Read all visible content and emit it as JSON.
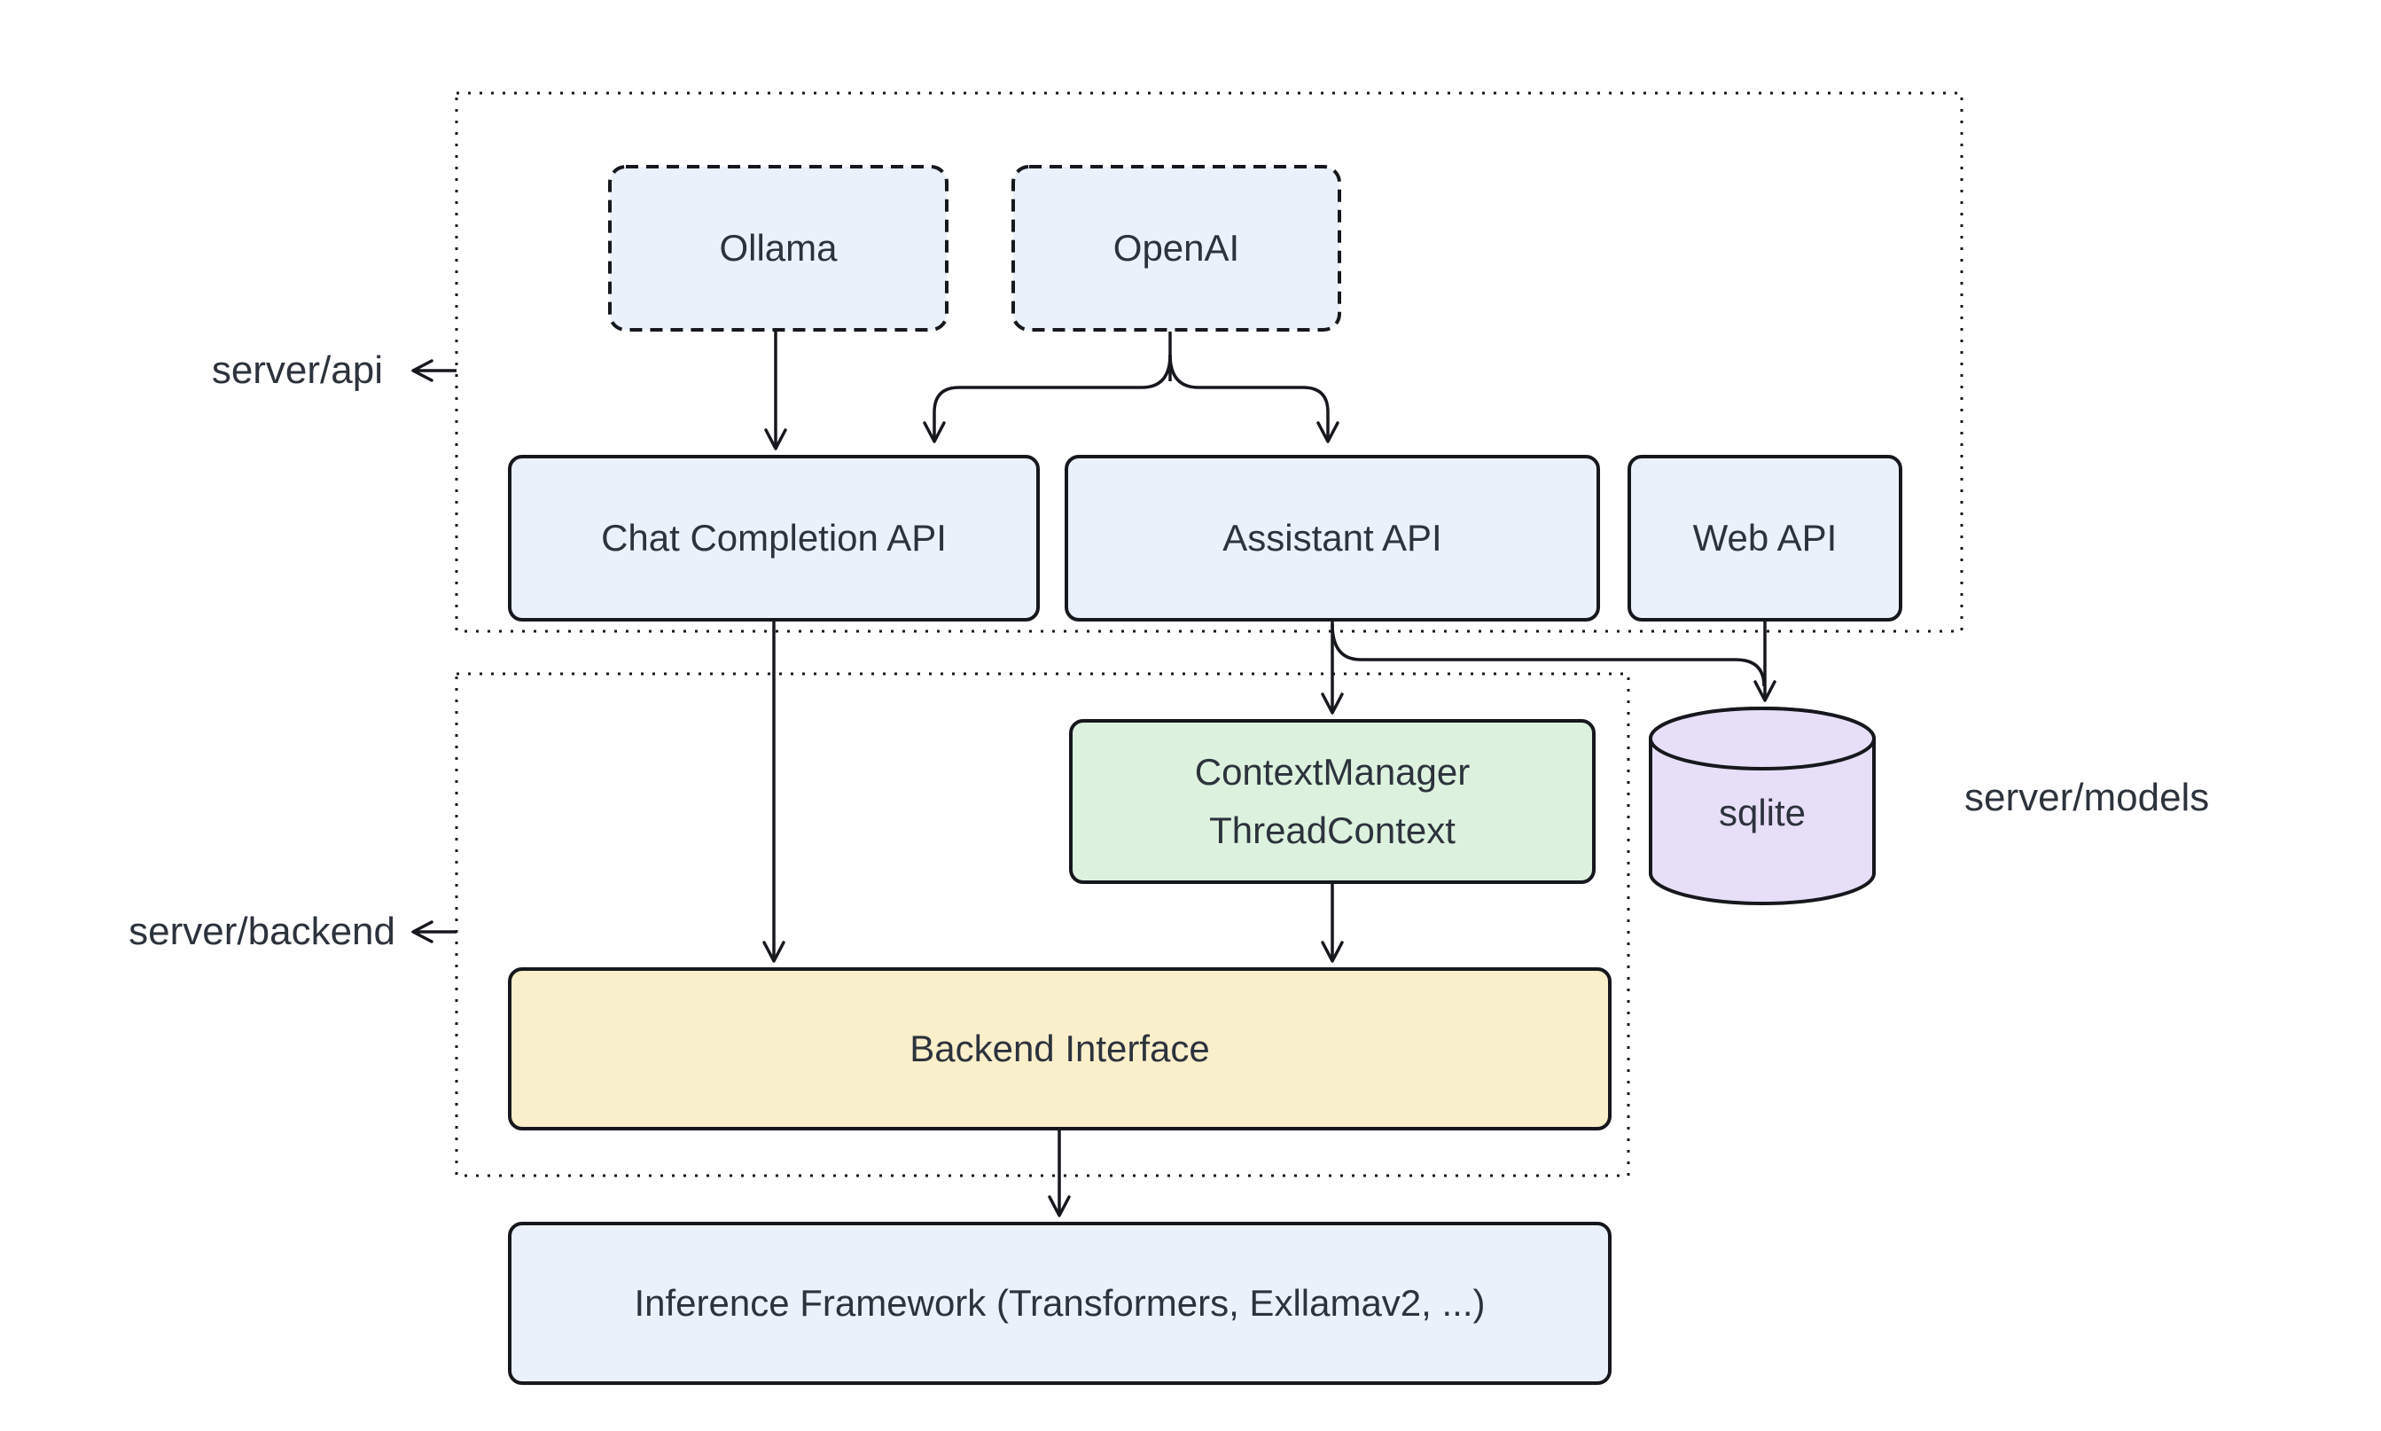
{
  "diagram": {
    "containers": {
      "api": {
        "label": "server/api"
      },
      "backend": {
        "label": "server/backend"
      },
      "models": {
        "label": "server/models"
      }
    },
    "nodes": {
      "ollama": {
        "label": "Ollama"
      },
      "openai": {
        "label": "OpenAI"
      },
      "chat_completion_api": {
        "label": "Chat Completion API"
      },
      "assistant_api": {
        "label": "Assistant API"
      },
      "web_api": {
        "label": "Web API"
      },
      "context_manager": {
        "line1": "ContextManager",
        "line2": "ThreadContext"
      },
      "backend_interface": {
        "label": "Backend Interface"
      },
      "inference_framework": {
        "label": "Inference Framework (Transformers, Exllamav2, ...)"
      },
      "sqlite": {
        "label": "sqlite"
      }
    },
    "edges": [
      {
        "from": "Ollama",
        "to": "Chat Completion API"
      },
      {
        "from": "OpenAI",
        "to": "Chat Completion API"
      },
      {
        "from": "OpenAI",
        "to": "Assistant API"
      },
      {
        "from": "Chat Completion API",
        "to": "Backend Interface"
      },
      {
        "from": "Assistant API",
        "to": "ContextManager ThreadContext"
      },
      {
        "from": "Assistant API",
        "to": "sqlite"
      },
      {
        "from": "Web API",
        "to": "sqlite"
      },
      {
        "from": "ContextManager ThreadContext",
        "to": "Backend Interface"
      },
      {
        "from": "Backend Interface",
        "to": "Inference Framework (Transformers, Exllamav2, ...)"
      }
    ],
    "colors": {
      "node_blue": "#EBF1FB",
      "node_green": "#DCF2DE",
      "node_yellow": "#FAEFCB",
      "node_purple": "#E7DEF7",
      "stroke": "#16181d",
      "text": "#2d333c",
      "background": "#ffffff"
    }
  }
}
